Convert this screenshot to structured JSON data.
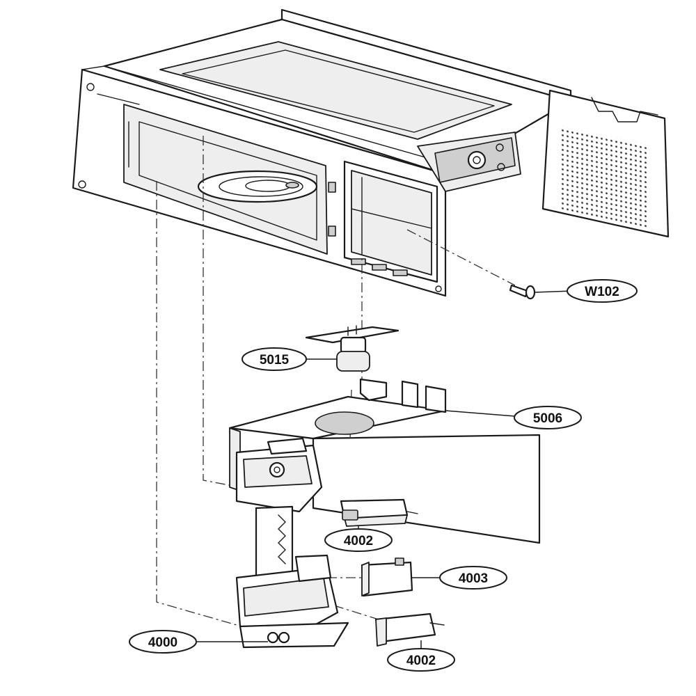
{
  "callouts": {
    "w102": "W102",
    "p5015": "5015",
    "p5006": "5006",
    "p4002_top": "4002",
    "p4003": "4003",
    "p4000": "4000",
    "p4002_bottom": "4002"
  },
  "colors": {
    "line": "#1a1a1a",
    "background": "#ffffff",
    "shade": "#cfcfcf"
  }
}
